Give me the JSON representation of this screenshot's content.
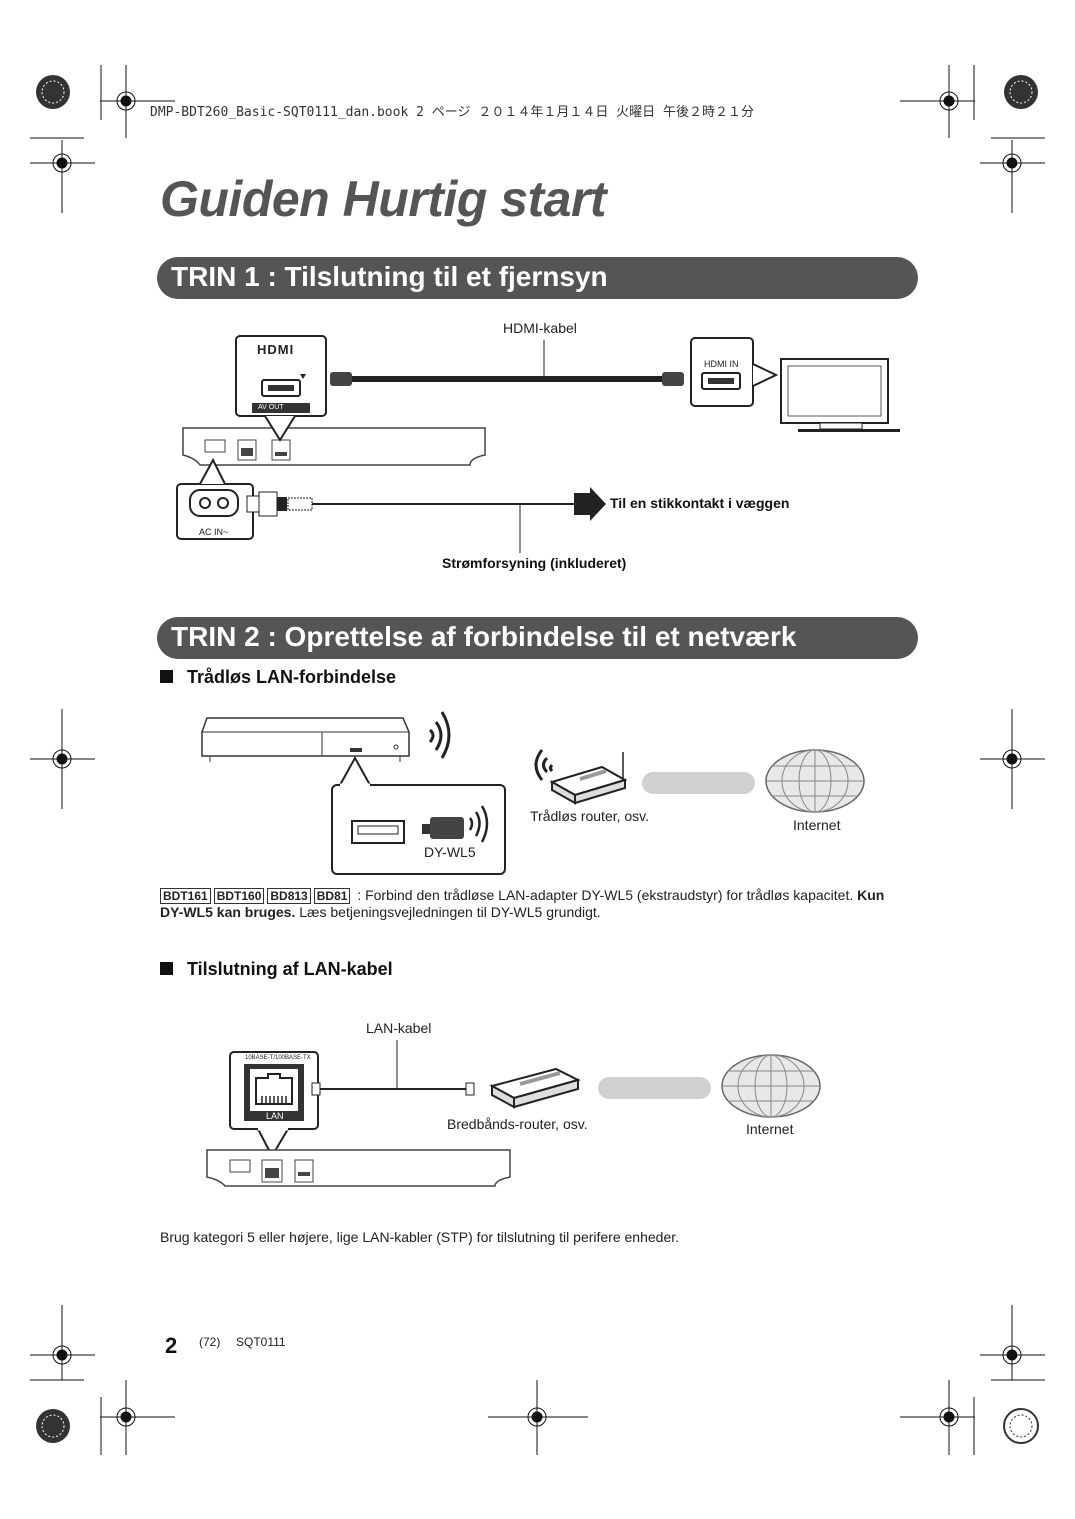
{
  "header": {
    "print_line": "DMP-BDT260_Basic-SQT0111_dan.book  2 ページ  ２０１４年１月１４日  火曜日  午後２時２１分"
  },
  "title": "Guiden Hurtig start",
  "step1": {
    "heading": "TRIN 1 : Tilslutning til et fjernsyn",
    "hdmi_cable_label": "HDMI-kabel",
    "hdmi_in_label": "HDMI IN",
    "av_out_label": "AV OUT",
    "hdmi_logo": "HDMI",
    "ac_in_label": "AC IN~",
    "wall_outlet_label": "Til en stikkontakt i væggen",
    "power_supply_label": "Strømforsyning (inkluderet)"
  },
  "step2": {
    "heading": "TRIN 2 : Oprettelse af forbindelse til et netværk",
    "wireless": {
      "subheading": "Trådløs LAN-forbindelse",
      "router_label": "Trådløs router, osv.",
      "internet_label": "Internet",
      "adapter_label": "DY-WL5"
    },
    "models": [
      "BDT161",
      "BDT160",
      "BD813",
      "BD81"
    ],
    "note_part1": ": Forbind den trådløse LAN-adapter DY-WL5 (ekstraudstyr) for trådløs kapacitet.",
    "note_bold1": "Kun",
    "note_bold2": "DY-WL5 kan bruges.",
    "note_part2": "Læs betjeningsvejledningen til DY-WL5 grundigt.",
    "wired": {
      "subheading": "Tilslutning af LAN-kabel",
      "cable_label": "LAN-kabel",
      "router_label": "Bredbånds-router, osv.",
      "internet_label": "Internet",
      "port_top_label": "10BASE-T/100BASE-TX",
      "port_label": "LAN"
    },
    "footnote": "Brug kategori 5 eller højere, lige LAN-kabler (STP) for tilslutning til perifere enheder."
  },
  "footer": {
    "page_number": "2",
    "page_ref": "(72)",
    "doc_code": "SQT0111"
  }
}
